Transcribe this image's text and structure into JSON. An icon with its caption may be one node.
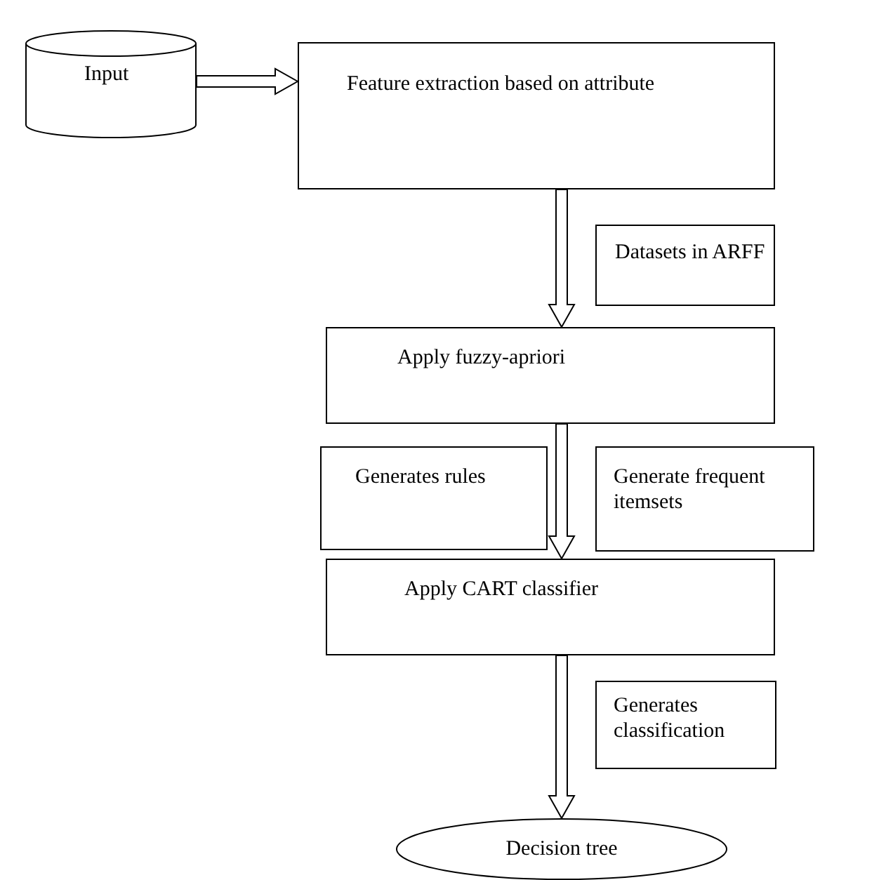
{
  "diagram": {
    "nodes": [
      {
        "text": [
          "Input"
        ]
      },
      {
        "text": [
          "Feature extraction based on attribute"
        ]
      },
      {
        "text": [
          "Datasets in ARFF"
        ]
      },
      {
        "text": [
          "Apply fuzzy-apriori"
        ]
      },
      {
        "text": [
          "Generates rules"
        ]
      },
      {
        "text": [
          "Generate frequent itemsets"
        ]
      },
      {
        "text": [
          "Apply CART classifier"
        ]
      },
      {
        "text": [
          "Generates classification"
        ]
      },
      {
        "text": [
          "Decision tree"
        ]
      }
    ],
    "edges": [
      {
        "from": 0,
        "to": 1,
        "arrow": "to"
      },
      {
        "from": 1,
        "to": 3,
        "arrow": "to"
      },
      {
        "from": 3,
        "to": 6,
        "arrow": "to"
      },
      {
        "from": 6,
        "to": 8,
        "arrow": "to"
      }
    ]
  }
}
